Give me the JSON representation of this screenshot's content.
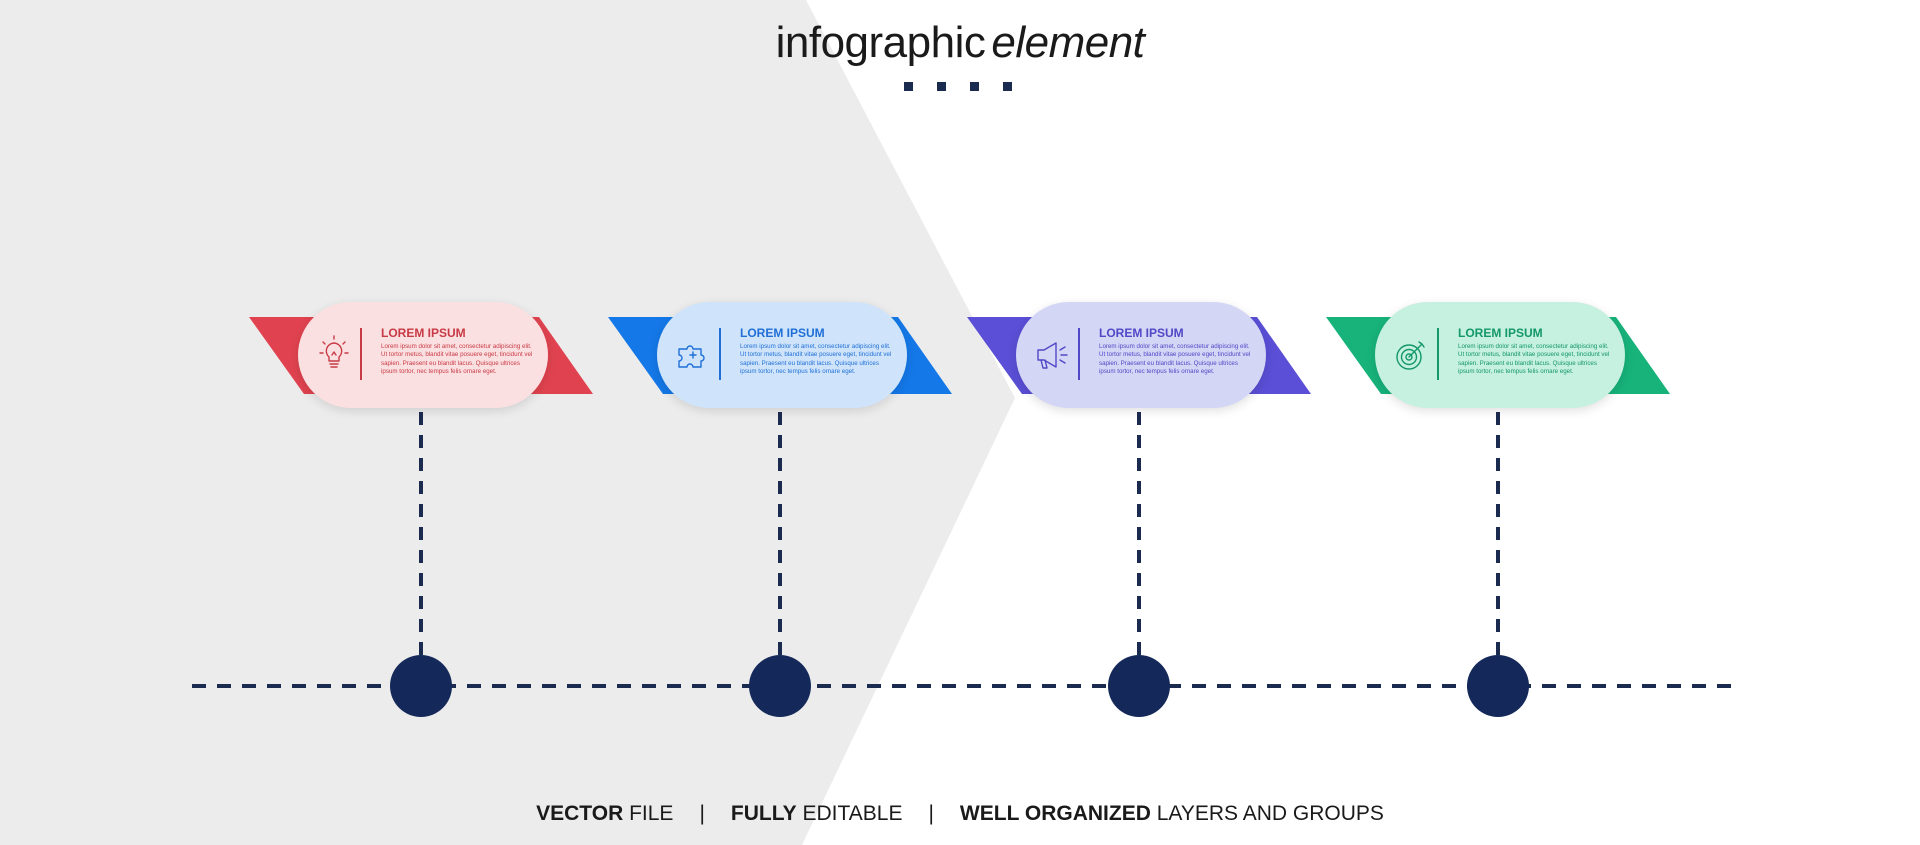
{
  "title": {
    "main": "infographic",
    "italic": "element"
  },
  "footer": {
    "part1_bold": "VECTOR",
    "part1_rest": " FILE",
    "separator": "|",
    "part2_bold": "FULLY",
    "part2_rest": " EDITABLE",
    "part3_bold": "WELL ORGANIZED",
    "part3_rest": " LAYERS AND GROUPS"
  },
  "colors": {
    "line": "#1b2b4f",
    "node": "#14295a",
    "background_shape": "#ececec"
  },
  "steps": [
    {
      "heading": "LOREM IPSUM",
      "body": "Lorem ipsum dolor sit amet, consectetur adipiscing elit. Ut tortor metus, blandit vitae posuere eget, tincidunt vel sapien. Praesent eu blandit lacus. Quisque ultrices ipsum tortor, nec tempus felis ornare eget.",
      "icon": "lightbulb-icon",
      "accent": "#e0434f",
      "card_bg": "#fbe0e1",
      "text_color": "#c83a45"
    },
    {
      "heading": "LOREM IPSUM",
      "body": "Lorem ipsum dolor sit amet, consectetur adipiscing elit. Ut tortor metus, blandit vitae posuere eget, tincidunt vel sapien. Praesent eu blandit lacus. Quisque ultrices ipsum tortor, nec tempus felis ornare eget.",
      "icon": "puzzle-icon",
      "accent": "#1478e8",
      "card_bg": "#cfe4fb",
      "text_color": "#1f6fd6"
    },
    {
      "heading": "LOREM IPSUM",
      "body": "Lorem ipsum dolor sit amet, consectetur adipiscing elit. Ut tortor metus, blandit vitae posuere eget, tincidunt vel sapien. Praesent eu blandit lacus. Quisque ultrices ipsum tortor, nec tempus felis ornare eget.",
      "icon": "megaphone-icon",
      "accent": "#5a4fd6",
      "card_bg": "#d4d6f6",
      "text_color": "#5048c6"
    },
    {
      "heading": "LOREM IPSUM",
      "body": "Lorem ipsum dolor sit amet, consectetur adipiscing elit. Ut tortor metus, blandit vitae posuere eget, tincidunt vel sapien. Praesent eu blandit lacus. Quisque ultrices ipsum tortor, nec tempus felis ornare eget.",
      "icon": "target-icon",
      "accent": "#17b37a",
      "card_bg": "#c6f0df",
      "text_color": "#139868"
    }
  ]
}
